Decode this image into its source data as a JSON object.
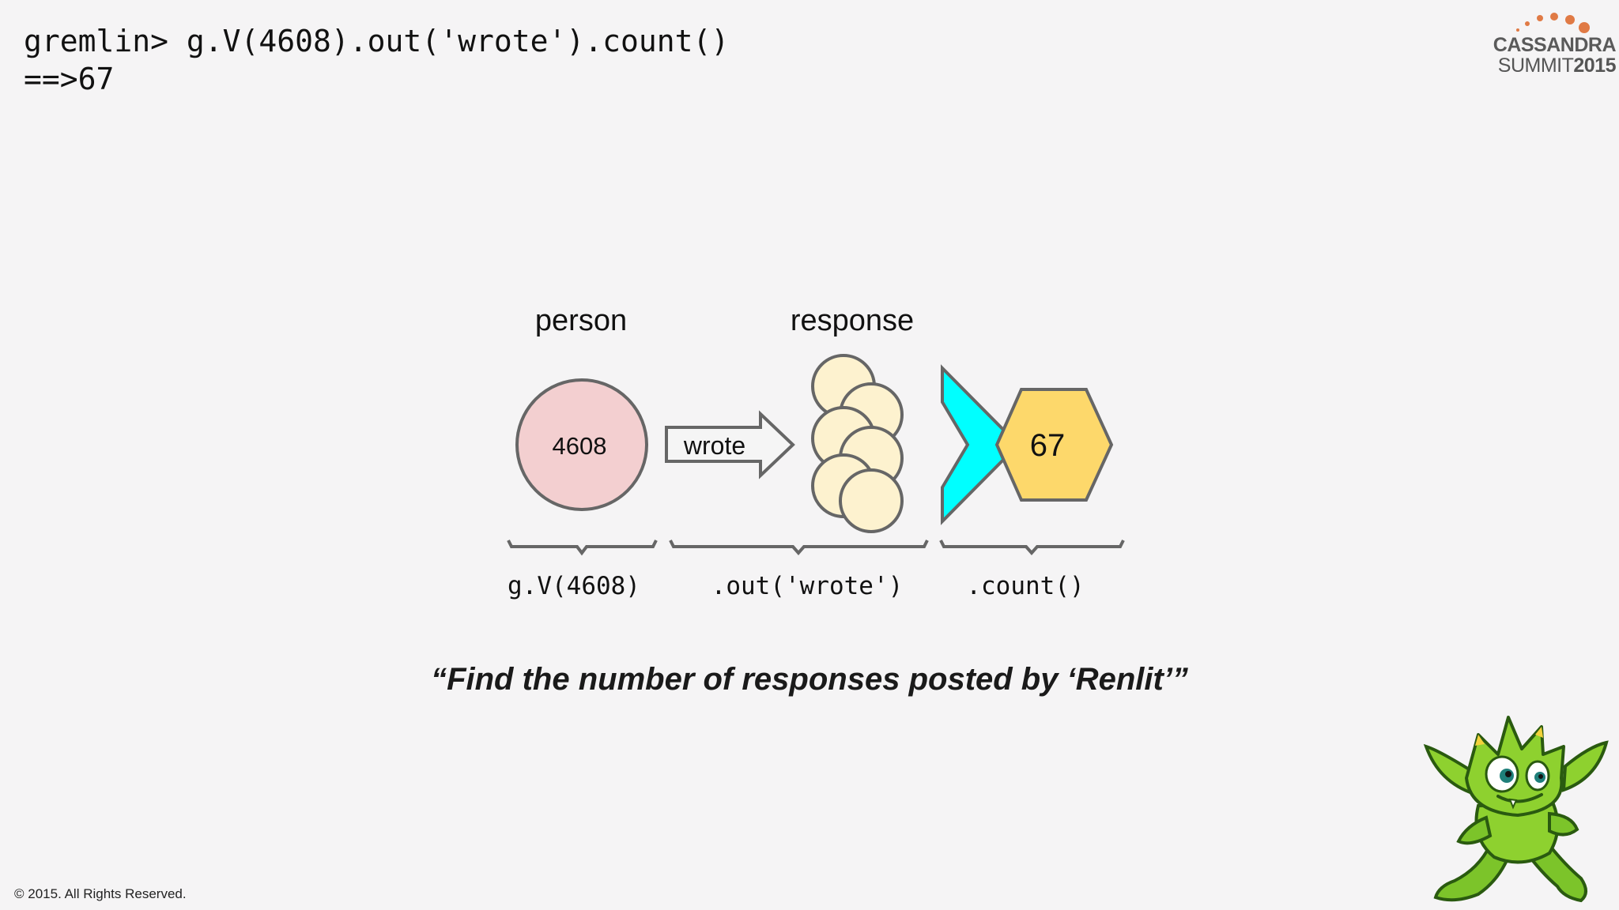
{
  "console": {
    "line1": "gremlin> g.V(4608).out('wrote').count()",
    "line2": "==>67"
  },
  "logo": {
    "line1": "CASSANDRA",
    "line2a": "SUMMIT",
    "line2b": "2015"
  },
  "diagram": {
    "label_person": "person",
    "label_response": "response",
    "vertex_id": "4608",
    "edge_label": "wrote",
    "count_value": "67",
    "step1": "g.V(4608)",
    "step2": ".out('wrote')",
    "step3": ".count()"
  },
  "colors": {
    "person_fill": "#f3cfd0",
    "response_fill": "#fdf2cf",
    "count_fill": "#fdd86b",
    "arrow_fill": "#00ffff",
    "stroke": "#666666"
  },
  "quote": "“Find the number of responses posted by ‘Renlit’”",
  "copyright": "© 2015. All Rights Reserved."
}
